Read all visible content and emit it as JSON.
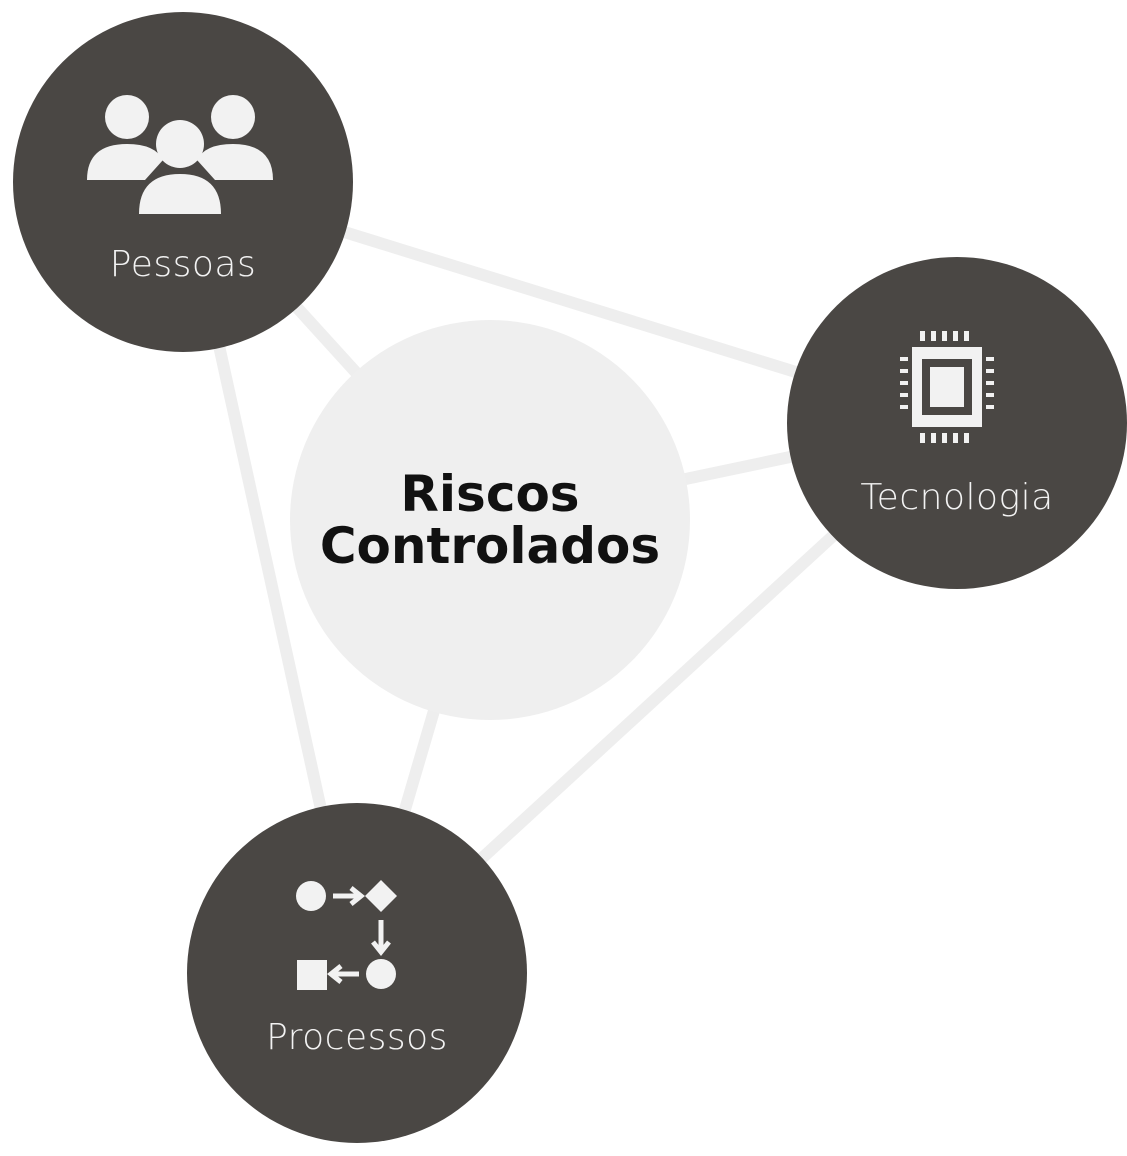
{
  "colors": {
    "node": "#4a4744",
    "center": "#efefef",
    "connector": "#eeeeee",
    "icon": "#f2f2f2"
  },
  "center": {
    "line1": "Riscos",
    "line2": "Controlados"
  },
  "nodes": [
    {
      "label": "Pessoas",
      "icon": "people-group-icon"
    },
    {
      "label": "Tecnologia",
      "icon": "cpu-chip-icon"
    },
    {
      "label": "Processos",
      "icon": "process-flow-icon"
    }
  ]
}
